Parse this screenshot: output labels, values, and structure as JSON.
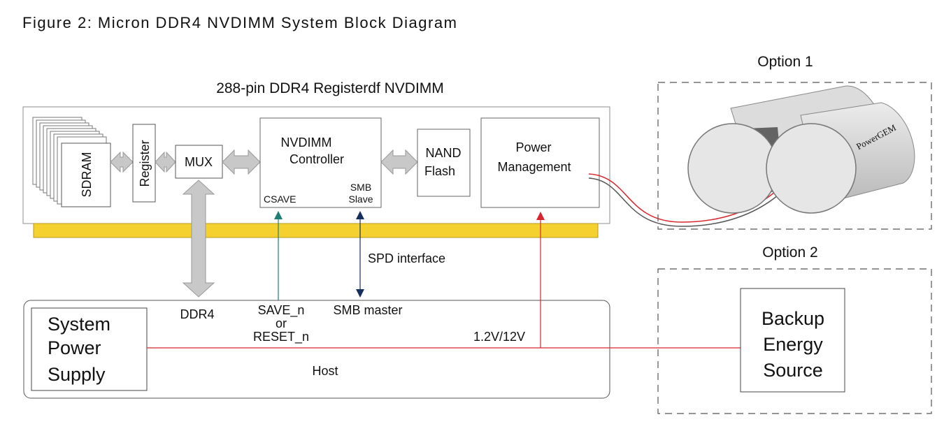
{
  "figure_title": "Figure 2: Micron DDR4 NVDIMM System Block Diagram",
  "module": {
    "title": "288-pin DDR4 Registerdf NVDIMM",
    "sdram_label": "SDRAM",
    "register_label": "Register",
    "mux_label": "MUX",
    "controller_line1": "NVDIMM",
    "controller_line2": "Controller",
    "csave_label": "CSAVE",
    "smb_line1": "SMB",
    "smb_line2": "Slave",
    "nand_line1": "NAND",
    "nand_line2": "Flash",
    "power_line1": "Power",
    "power_line2": "Management"
  },
  "signals": {
    "spd": "SPD interface",
    "ddr4": "DDR4",
    "save_line1": "SAVE_n",
    "save_line2": "or",
    "save_line3": "RESET_n",
    "smb_master": "SMB master",
    "voltage": "1.2V/12V"
  },
  "host": {
    "label": "Host",
    "psu_line1": "System",
    "psu_line2": "Power",
    "psu_line3": "Supply"
  },
  "option1": {
    "title": "Option 1",
    "powergem_label": "PowerGEM"
  },
  "option2": {
    "title": "Option 2",
    "backup_line1": "Backup",
    "backup_line2": "Energy",
    "backup_line3": "Source"
  },
  "colors": {
    "gold_strip": "#f5d130",
    "red_line": "#d9262e",
    "teal_line": "#1f7f74",
    "navy_line": "#16305e",
    "arrow_gray": "#c8c8c8"
  }
}
